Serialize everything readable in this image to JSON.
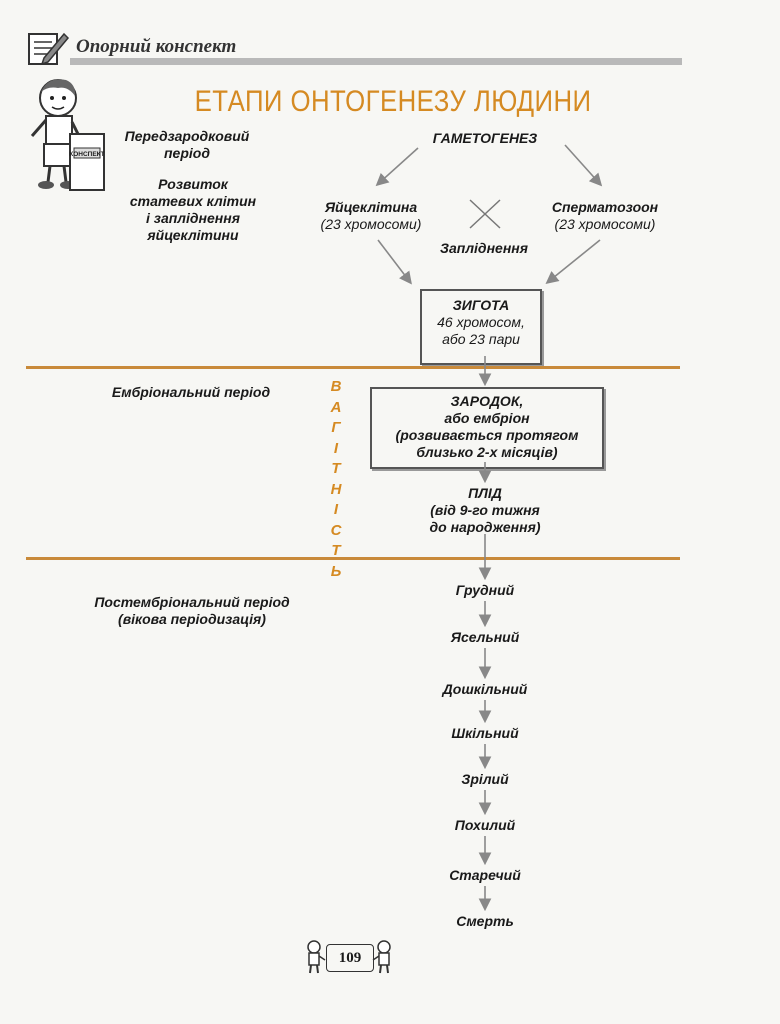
{
  "header": {
    "title": "Опорний конспект"
  },
  "title": "ЕТАПИ ОНТОГЕНЕЗУ ЛЮДИНИ",
  "left_labels": {
    "prenatal": [
      "Передзародковий",
      "період"
    ],
    "development": [
      "Розвиток",
      "статевих клітин",
      "і запліднення",
      "яйцеклітини"
    ],
    "embryonic": "Ембріональний період",
    "postembryonic": [
      "Постембріональний період",
      "(вікова періодизація)"
    ]
  },
  "book_label": "КОНСПЕКТ",
  "gametogenesis": "ГАМЕТОГЕНЕЗ",
  "egg": {
    "name": "Яйцеклітина",
    "detail": "(23 хромосоми)"
  },
  "sperm": {
    "name": "Сперматозоон",
    "detail": "(23 хромосоми)"
  },
  "fertilization": "Запліднення",
  "zygote": {
    "name": "ЗИГОТА",
    "line1": "46 хромосом,",
    "line2": "або 23 пари"
  },
  "embryo": {
    "line1": "ЗАРОДОК,",
    "line2": "або ембріон",
    "line3": "(розвивається протягом",
    "line4": "близько 2-х місяців)"
  },
  "pregnancy_letters": [
    "В",
    "А",
    "Г",
    "І",
    "Т",
    "Н",
    "І",
    "С",
    "Т",
    "Ь"
  ],
  "fetus": {
    "line1": "ПЛІД",
    "line2": "(від 9-го тижня",
    "line3": "до народження)"
  },
  "stages": [
    "Грудний",
    "Ясельний",
    "Дошкільний",
    "Шкільний",
    "Зрілий",
    "Похилий",
    "Старечий",
    "Смерть"
  ],
  "page_number": "109",
  "colors": {
    "accent": "#d58a22",
    "divider": "#c98a3a",
    "box_border": "#555555"
  }
}
